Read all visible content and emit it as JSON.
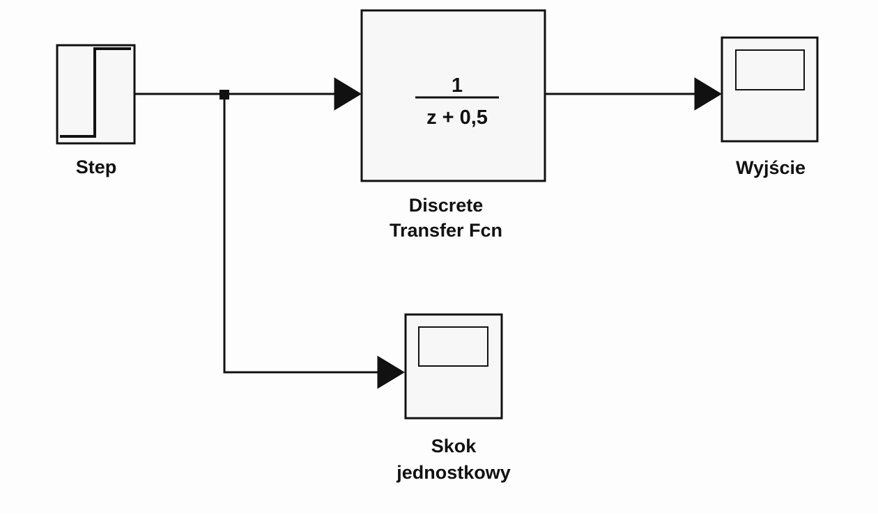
{
  "blocks": {
    "step": {
      "label": "Step"
    },
    "transfer_fcn": {
      "numerator": "1",
      "denominator": "z + 0,5",
      "label_line1": "Discrete",
      "label_line2": "Transfer Fcn"
    },
    "scope_output": {
      "label": "Wyjście"
    },
    "scope_step": {
      "label_line1": "Skok",
      "label_line2": "jednostkowy"
    }
  }
}
